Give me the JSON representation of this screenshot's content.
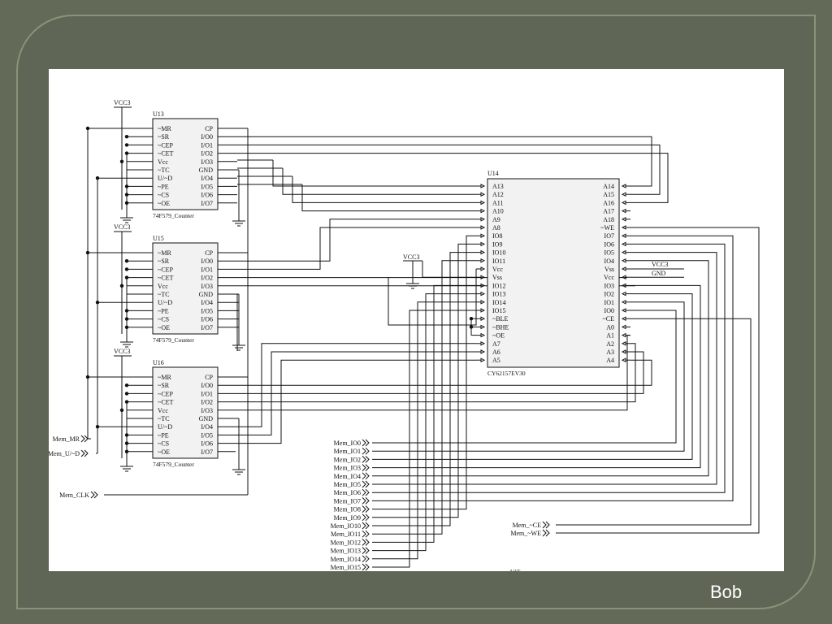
{
  "slide": {
    "footer_name": "Bob"
  },
  "colors": {
    "background": "#636b58",
    "panel_border": "#8a927b",
    "canvas": "#ffffff",
    "wire": "#111111",
    "chip_fill": "#f2f2f2"
  },
  "schematic": {
    "power_labels": {
      "vcc3": "VCC3",
      "gnd": "GND"
    },
    "counters": [
      {
        "ref": "U13",
        "part": "74F579_Counter",
        "left_pins": [
          "~MR",
          "~SR",
          "~CEP",
          "~CET",
          "Vcc",
          "~TC",
          "U/~D",
          "~PE",
          "~CS",
          "~OE"
        ],
        "right_pins": [
          "CP",
          "I/O0",
          "I/O1",
          "I/O2",
          "I/O3",
          "GND",
          "I/O4",
          "I/O5",
          "I/O6",
          "I/O7"
        ]
      },
      {
        "ref": "U15",
        "part": "74F579_Counter",
        "left_pins": [
          "~MR",
          "~SR",
          "~CEP",
          "~CET",
          "Vcc",
          "~TC",
          "U/~D",
          "~PE",
          "~CS",
          "~OE"
        ],
        "right_pins": [
          "CP",
          "I/O0",
          "I/O1",
          "I/O2",
          "I/O3",
          "GND",
          "I/O4",
          "I/O5",
          "I/O6",
          "I/O7"
        ]
      },
      {
        "ref": "U16",
        "part": "74F579_Counter",
        "left_pins": [
          "~MR",
          "~SR",
          "~CEP",
          "~CET",
          "Vcc",
          "~TC",
          "U/~D",
          "~PE",
          "~CS",
          "~OE"
        ],
        "right_pins": [
          "CP",
          "I/O0",
          "I/O1",
          "I/O2",
          "I/O3",
          "GND",
          "I/O4",
          "I/O5",
          "I/O6",
          "I/O7"
        ]
      }
    ],
    "sram": {
      "ref": "U14",
      "part": "CY62157EV30",
      "left_pins": [
        "A13",
        "A12",
        "A11",
        "A10",
        "A9",
        "A8",
        "IO8",
        "IO9",
        "IO10",
        "IO11",
        "Vcc",
        "Vss",
        "IO12",
        "IO13",
        "IO14",
        "IO15",
        "~BLE",
        "~BHE",
        "~OE",
        "A7",
        "A6",
        "A5"
      ],
      "right_pins": [
        "A14",
        "A15",
        "A16",
        "A17",
        "A18",
        "~WE",
        "IO7",
        "IO6",
        "IO5",
        "IO4",
        "Vss",
        "Vcc",
        "IO3",
        "IO2",
        "IO1",
        "IO0",
        "~CE",
        "A0",
        "A1",
        "A2",
        "A3",
        "A4"
      ]
    },
    "ports_left": [
      "Mem_MR",
      "Mem_U/~D",
      "Mem_CLK"
    ],
    "ports_bus": [
      "Mem_IO0",
      "Mem_IO1",
      "Mem_IO2",
      "Mem_IO3",
      "Mem_IO4",
      "Mem_IO5",
      "Mem_IO6",
      "Mem_IO7",
      "Mem_IO8",
      "Mem_IO9",
      "Mem_IO10",
      "Mem_IO11",
      "Mem_IO12",
      "Mem_IO13",
      "Mem_IO14",
      "Mem_IO15"
    ],
    "ports_right": [
      "Mem_~CE",
      "Mem_~WE"
    ]
  }
}
